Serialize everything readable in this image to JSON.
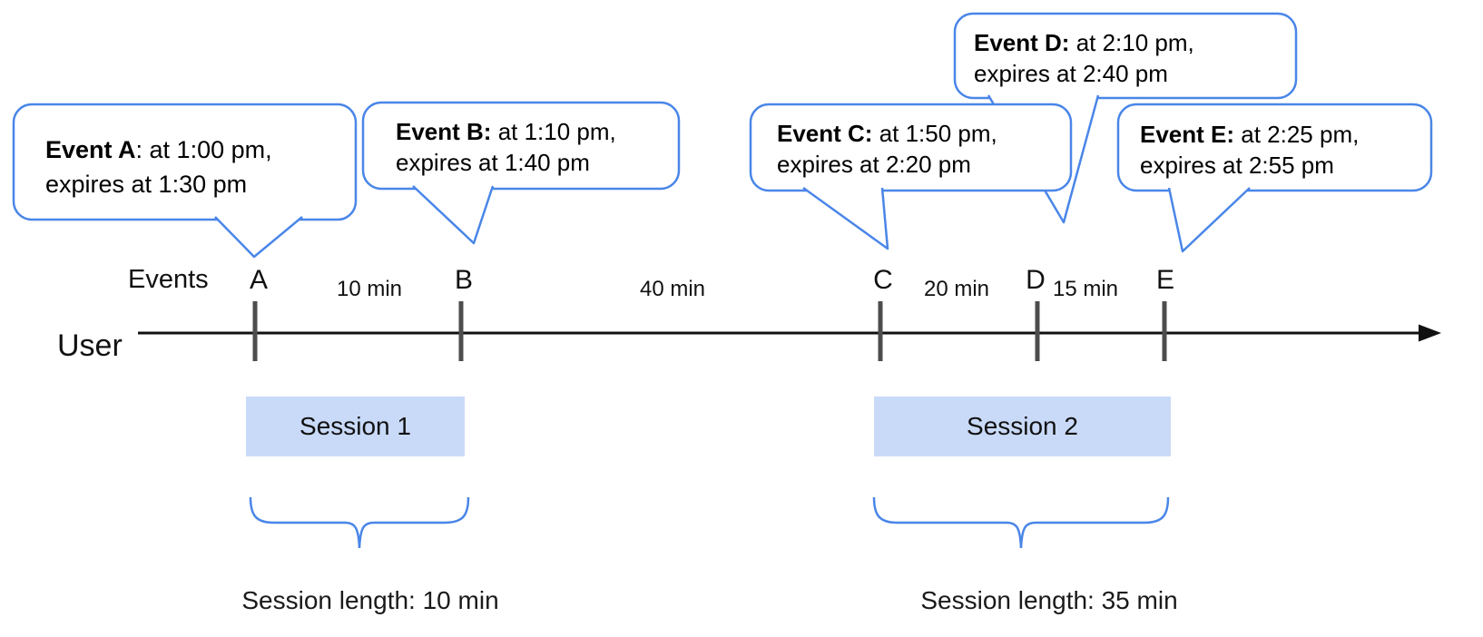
{
  "diagram": {
    "events_axis_label": "Events",
    "user_label": "User"
  },
  "bubbles": [
    {
      "id": "A",
      "bold": "Event A",
      "rest": ": at 1:00 pm,",
      "line2": "expires at 1:30 pm"
    },
    {
      "id": "B",
      "bold": "Event B:",
      "rest": " at 1:10 pm,",
      "line2": "expires at 1:40 pm"
    },
    {
      "id": "C",
      "bold": "Event C:",
      "rest": " at 1:50 pm,",
      "line2": "expires at 2:20 pm"
    },
    {
      "id": "D",
      "bold": "Event D:",
      "rest": " at 2:10 pm,",
      "line2": "expires at 2:40 pm"
    },
    {
      "id": "E",
      "bold": "Event E:",
      "rest": " at 2:25 pm,",
      "line2": "expires at 2:55 pm"
    }
  ],
  "timeline": {
    "ticks": [
      {
        "label": "A"
      },
      {
        "label": "B"
      },
      {
        "label": "C"
      },
      {
        "label": "D"
      },
      {
        "label": "E"
      }
    ],
    "intervals": [
      {
        "label": "10 min"
      },
      {
        "label": "40 min"
      },
      {
        "label": "20 min"
      },
      {
        "label": "15 min"
      }
    ]
  },
  "sessions": [
    {
      "label": "Session 1",
      "length_label": "Session length: 10 min"
    },
    {
      "label": "Session 2",
      "length_label": "Session length: 35 min"
    }
  ],
  "colors": {
    "bubble_border": "#4a86e8",
    "brace": "#4a86e8",
    "session_fill": "#c9daf8",
    "timeline_line": "#111111",
    "tick": "#4d4d4d",
    "text": "#000000"
  }
}
